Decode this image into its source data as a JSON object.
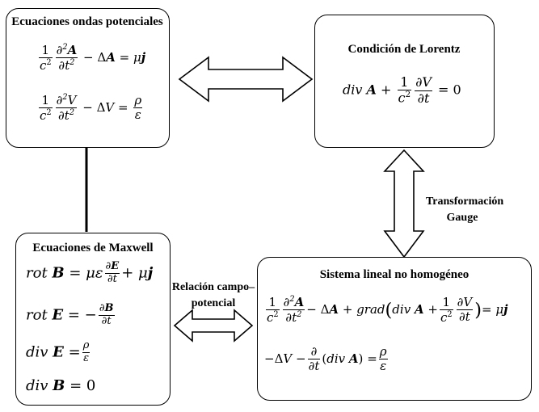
{
  "boxes": {
    "waves": {
      "title": "Ecuaciones ondas potenciales"
    },
    "lorentz": {
      "title": "Condición de Lorentz"
    },
    "maxwell": {
      "title": "Ecuaciones de Maxwell"
    },
    "system": {
      "title": "Sistema lineal no homogéneo"
    }
  },
  "labels": {
    "gauge": "Transformación Gauge",
    "relation": "Relación campo–potencial"
  },
  "icons": [
    "double-arrow-horizontal-icon",
    "double-arrow-vertical-icon",
    "double-arrow-horizontal-small-icon"
  ],
  "colors": {
    "stroke": "#000000",
    "background": "#ffffff"
  }
}
